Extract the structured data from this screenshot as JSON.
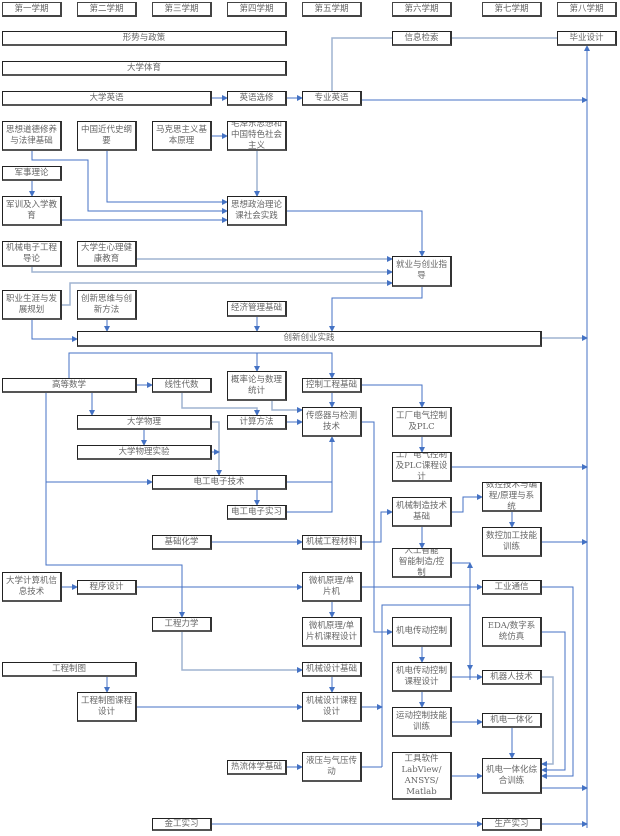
{
  "semesters": [
    "第一学期",
    "第二学期",
    "第三学期",
    "第四学期",
    "第五学期",
    "第六学期",
    "第七学期",
    "第八学期"
  ],
  "colors": {
    "link": "#4472c4",
    "link_light": "#9fb3d1",
    "border": "#222222",
    "text": "#666666"
  },
  "courses": {
    "xingshi": "形势与政策",
    "tiyu": "大学体育",
    "yingyu": "大学英语",
    "yyxx": "英语选修",
    "zyyy": "专业英语",
    "xxjs": "信息检索",
    "bysj": "毕业设计",
    "sxdd": "思想道德修养与法律基础",
    "jdsg": "中国近代史纲要",
    "mkszy": "马克思主义基本原理",
    "mzd": "毛泽东思想和中国特色社会主义",
    "jsll": "军事理论",
    "junxun": "军训及入学教育",
    "szsj": "思想政治理论课社会实践",
    "jxdl": "机械电子工程导论",
    "xljk": "大学生心理健康教育",
    "jycy": "就业与创业指导",
    "zysy": "职业生涯与发展规划",
    "cxsw": "创新思维与创新方法",
    "jjgl": "经济管理基础",
    "cxcy": "创新创业实践",
    "gdsx": "高等数学",
    "xxds": "线性代数",
    "gll": "概率论与数理统计",
    "kzgc": "控制工程基础",
    "cgq": "传感器与检测技术",
    "plc": "工厂电气控制及PLC",
    "dxwl": "大学物理",
    "jsff": "计算方法",
    "wlsy": "大学物理实验",
    "plcks": "工厂电气控制及PLC课程设计",
    "dgdz": "电工电子技术",
    "skjs": "数控技术与编程/原理与系统",
    "jxzz": "机械制造技术基础",
    "dgsx": "电工电子实习",
    "jchx": "基础化学",
    "jxcl": "机械工程材料",
    "skjg": "数控加工技能训练",
    "rgzn": "人工智能\n智能制造/控制",
    "jsj": "大学计算机信息技术",
    "cxsj": "程序设计",
    "wjyl": "微机原理/单片机",
    "gytx": "工业通信",
    "gclx": "工程力学",
    "wjks": "微机原理/单片机课程设计",
    "jdcd": "机电传动控制",
    "eda": "EDA/数字系统仿真",
    "gczt": "工程制图",
    "jxsj": "机械设计基础",
    "jdcdks": "机电传动控制课程设计",
    "jqr": "机器人技术",
    "gcztks": "工程制图课程设计",
    "jxsjks": "机械设计课程设计",
    "ydkz": "运动控制技能训练",
    "jdyth": "机电一体化",
    "rlt": "热流体学基础",
    "yy": "液压与气压传动",
    "gjrj": "工具软件\nLabView/\nANSYS/\nMatlab",
    "jdzh": "机电一体化综合训练",
    "jgsx": "金工实习",
    "scsx": "生产实习"
  }
}
